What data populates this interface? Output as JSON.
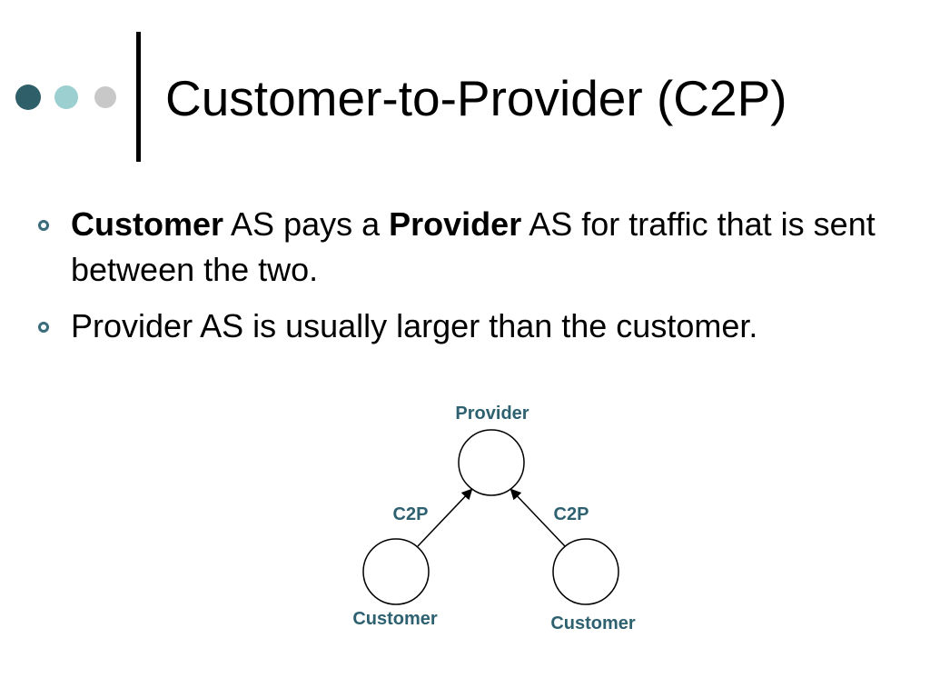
{
  "slide": {
    "title": "Customer-to-Provider (C2P)",
    "accent_colors": {
      "dark_teal": "#2f5f68",
      "light_teal": "#9ccfcf",
      "gray": "#c8c8c8",
      "label_color": "#2e6170"
    },
    "decor_icons": [
      "dot-dark-icon",
      "dot-light-icon",
      "dot-gray-icon"
    ]
  },
  "bullets": [
    {
      "parts": [
        {
          "text": "Customer",
          "bold": true
        },
        {
          "text": " AS pays a ",
          "bold": false
        },
        {
          "text": "Provider",
          "bold": true
        },
        {
          "text": " AS for traffic that is sent between the two.",
          "bold": false
        }
      ]
    },
    {
      "parts": [
        {
          "text": "Provider AS is usually larger than the customer.",
          "bold": false
        }
      ]
    }
  ],
  "diagram": {
    "nodes": {
      "provider": "Provider",
      "customer_left": "Customer",
      "customer_right": "Customer"
    },
    "edges": {
      "left": "C2P",
      "right": "C2P"
    }
  }
}
